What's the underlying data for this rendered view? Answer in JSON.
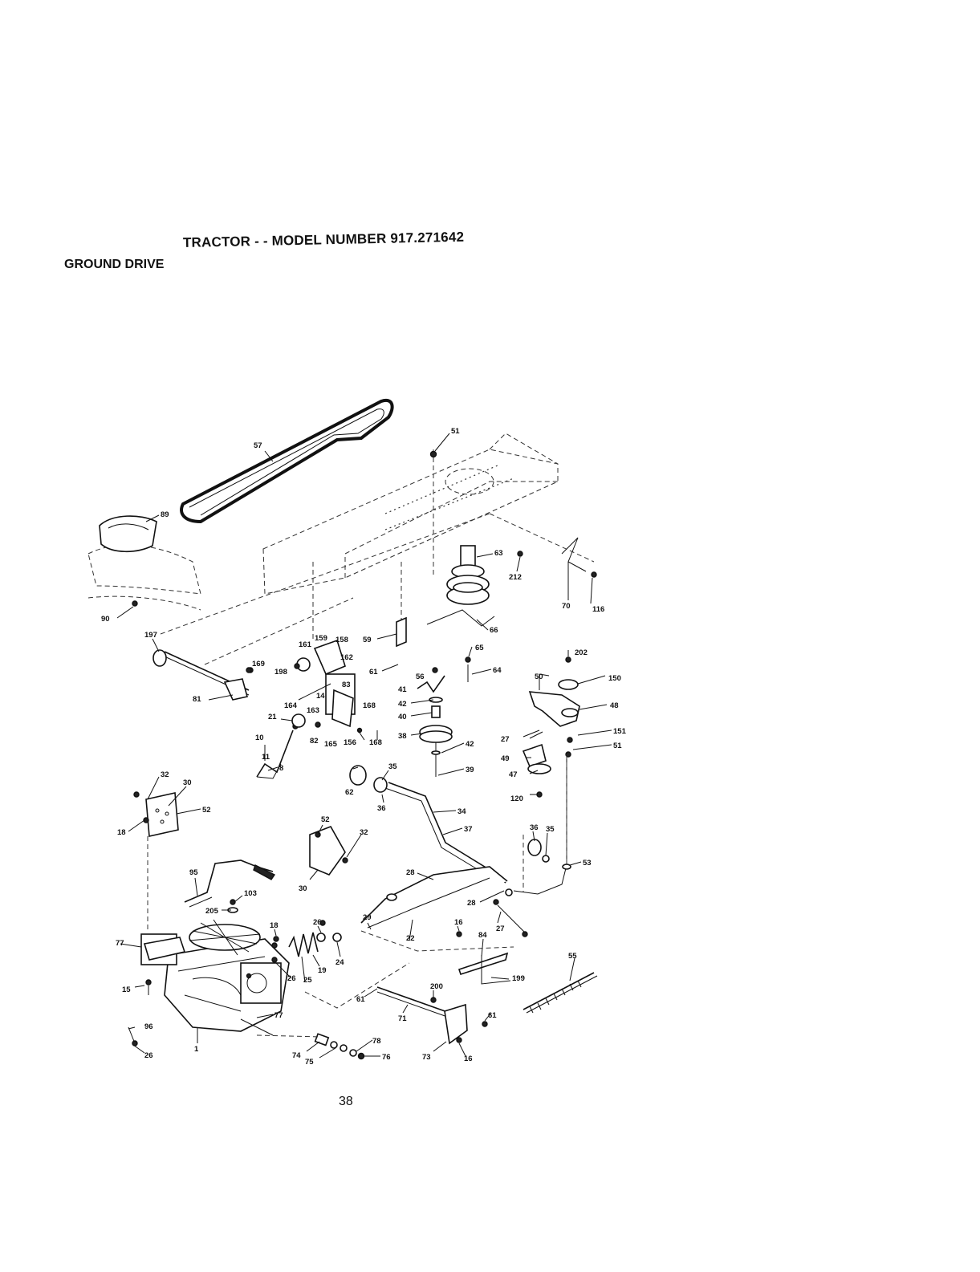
{
  "header": {
    "title": "TRACTOR - - MODEL NUMBER 917.271642",
    "section": "GROUND DRIVE"
  },
  "footer": {
    "page_number": "38"
  },
  "callouts": [
    {
      "id": "c57",
      "text": "57"
    },
    {
      "id": "c51a",
      "text": "51"
    },
    {
      "id": "c89",
      "text": "89"
    },
    {
      "id": "c63",
      "text": "63"
    },
    {
      "id": "c212",
      "text": "212"
    },
    {
      "id": "c70",
      "text": "70"
    },
    {
      "id": "c116",
      "text": "116"
    },
    {
      "id": "c90",
      "text": "90"
    },
    {
      "id": "c197",
      "text": "197"
    },
    {
      "id": "c161",
      "text": "161"
    },
    {
      "id": "c159",
      "text": "159"
    },
    {
      "id": "c158",
      "text": "158"
    },
    {
      "id": "c59",
      "text": "59"
    },
    {
      "id": "c66",
      "text": "66"
    },
    {
      "id": "c65",
      "text": "65"
    },
    {
      "id": "c202",
      "text": "202"
    },
    {
      "id": "c169",
      "text": "169"
    },
    {
      "id": "c198",
      "text": "198"
    },
    {
      "id": "c162",
      "text": "162"
    },
    {
      "id": "c61a",
      "text": "61"
    },
    {
      "id": "c56",
      "text": "56"
    },
    {
      "id": "c64",
      "text": "64"
    },
    {
      "id": "c50",
      "text": "50"
    },
    {
      "id": "c150",
      "text": "150"
    },
    {
      "id": "c81",
      "text": "81"
    },
    {
      "id": "c164",
      "text": "164"
    },
    {
      "id": "c14",
      "text": "14"
    },
    {
      "id": "c83",
      "text": "83"
    },
    {
      "id": "c41",
      "text": "41"
    },
    {
      "id": "c42a",
      "text": "42"
    },
    {
      "id": "c48",
      "text": "48"
    },
    {
      "id": "c163",
      "text": "163"
    },
    {
      "id": "c168a",
      "text": "168"
    },
    {
      "id": "c40",
      "text": "40"
    },
    {
      "id": "c21",
      "text": "21"
    },
    {
      "id": "c151",
      "text": "151"
    },
    {
      "id": "c38",
      "text": "38"
    },
    {
      "id": "c27a",
      "text": "27"
    },
    {
      "id": "c51b",
      "text": "51"
    },
    {
      "id": "c10",
      "text": "10"
    },
    {
      "id": "c11",
      "text": "11"
    },
    {
      "id": "c82",
      "text": "82"
    },
    {
      "id": "c165",
      "text": "165"
    },
    {
      "id": "c156",
      "text": "156"
    },
    {
      "id": "c168b",
      "text": "168"
    },
    {
      "id": "c42b",
      "text": "42"
    },
    {
      "id": "c49",
      "text": "49"
    },
    {
      "id": "c8",
      "text": "8"
    },
    {
      "id": "c39",
      "text": "39"
    },
    {
      "id": "c47",
      "text": "47"
    },
    {
      "id": "c35a",
      "text": "35"
    },
    {
      "id": "c32a",
      "text": "32"
    },
    {
      "id": "c30a",
      "text": "30"
    },
    {
      "id": "c62",
      "text": "62"
    },
    {
      "id": "c120",
      "text": "120"
    },
    {
      "id": "c52a",
      "text": "52"
    },
    {
      "id": "c34",
      "text": "34"
    },
    {
      "id": "c36a",
      "text": "36"
    },
    {
      "id": "c18a",
      "text": "18"
    },
    {
      "id": "c52b",
      "text": "52"
    },
    {
      "id": "c37",
      "text": "37"
    },
    {
      "id": "c36b",
      "text": "36"
    },
    {
      "id": "c35b",
      "text": "35"
    },
    {
      "id": "c32b",
      "text": "32"
    },
    {
      "id": "c53",
      "text": "53"
    },
    {
      "id": "c95",
      "text": "95"
    },
    {
      "id": "c28a",
      "text": "28"
    },
    {
      "id": "c30b",
      "text": "30"
    },
    {
      "id": "c103",
      "text": "103"
    },
    {
      "id": "c205",
      "text": "205"
    },
    {
      "id": "c28b",
      "text": "28"
    },
    {
      "id": "c29",
      "text": "29"
    },
    {
      "id": "c18b",
      "text": "18"
    },
    {
      "id": "c26a",
      "text": "26"
    },
    {
      "id": "c16a",
      "text": "16"
    },
    {
      "id": "c84",
      "text": "84"
    },
    {
      "id": "c27b",
      "text": "27"
    },
    {
      "id": "c77a",
      "text": "77"
    },
    {
      "id": "c22",
      "text": "22"
    },
    {
      "id": "c24",
      "text": "24"
    },
    {
      "id": "c55",
      "text": "55"
    },
    {
      "id": "c19",
      "text": "19"
    },
    {
      "id": "c26b",
      "text": "26"
    },
    {
      "id": "c25",
      "text": "25"
    },
    {
      "id": "c199",
      "text": "199"
    },
    {
      "id": "c15",
      "text": "15"
    },
    {
      "id": "c200",
      "text": "200"
    },
    {
      "id": "c61b",
      "text": "61"
    },
    {
      "id": "c71",
      "text": "71"
    },
    {
      "id": "c61c",
      "text": "61"
    },
    {
      "id": "c77b",
      "text": "77"
    },
    {
      "id": "c96",
      "text": "96"
    },
    {
      "id": "c78a",
      "text": "78"
    },
    {
      "id": "c26c",
      "text": "26"
    },
    {
      "id": "c1",
      "text": "1"
    },
    {
      "id": "c74",
      "text": "74"
    },
    {
      "id": "c75",
      "text": "75"
    },
    {
      "id": "c76",
      "text": "76"
    },
    {
      "id": "c73",
      "text": "73"
    },
    {
      "id": "c16b",
      "text": "16"
    }
  ]
}
